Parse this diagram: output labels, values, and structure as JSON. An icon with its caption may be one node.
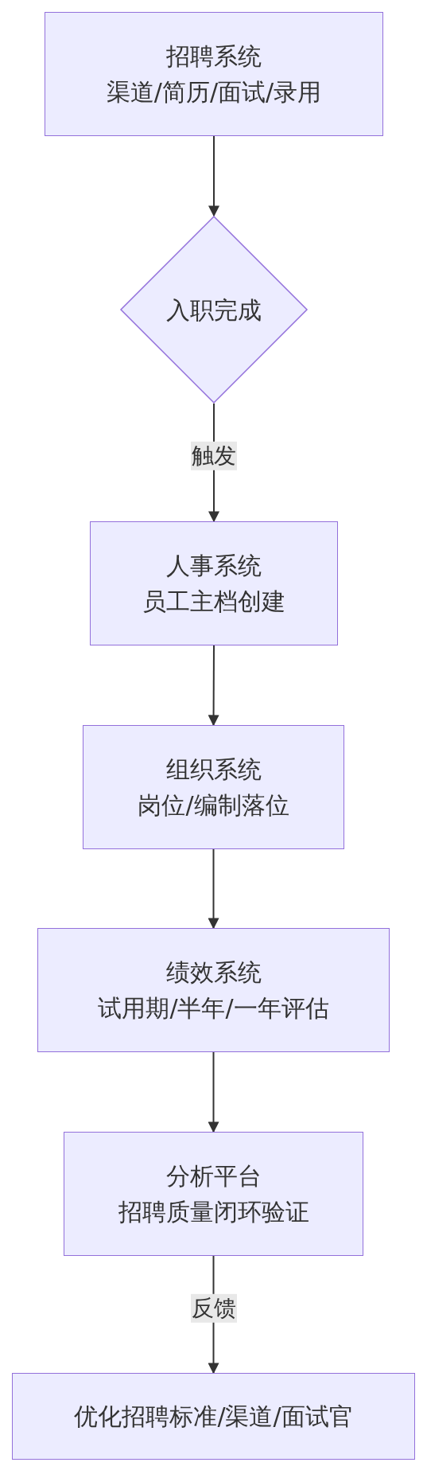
{
  "diagram": {
    "nodes": [
      {
        "text": [
          "招聘系统",
          "渠道/简历/面试/录用"
        ]
      },
      {
        "text": [
          "入职完成"
        ]
      },
      {
        "text": [
          "人事系统",
          "员工主档创建"
        ]
      },
      {
        "text": [
          "组织系统",
          "岗位/编制落位"
        ]
      },
      {
        "text": [
          "绩效系统",
          "试用期/半年/一年评估"
        ]
      },
      {
        "text": [
          "分析平台",
          "招聘质量闭环验证"
        ]
      },
      {
        "text": [
          "优化招聘标准/渠道/面试官"
        ]
      }
    ],
    "edges": [
      {
        "from": 0,
        "to": 1,
        "arrow": "to"
      },
      {
        "from": 1,
        "to": 2,
        "arrow": "to",
        "label": "触发"
      },
      {
        "from": 2,
        "to": 3,
        "arrow": "to"
      },
      {
        "from": 3,
        "to": 4,
        "arrow": "to"
      },
      {
        "from": 4,
        "to": 5,
        "arrow": "to"
      },
      {
        "from": 5,
        "to": 6,
        "arrow": "to",
        "label": "反馈"
      }
    ]
  }
}
